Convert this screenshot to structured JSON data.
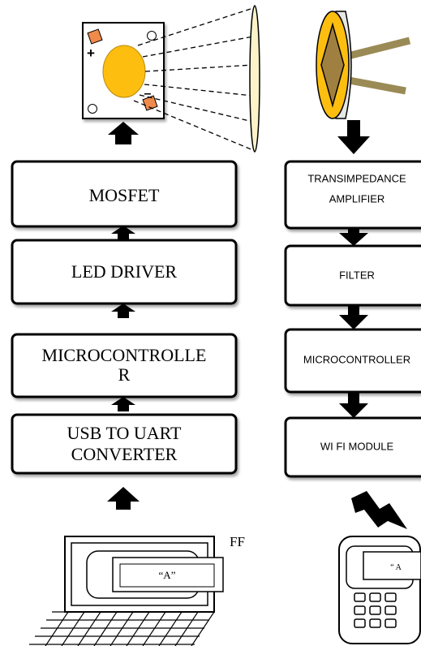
{
  "left_chain": {
    "mosfet": "MOSFET",
    "led_driver": "LED DRIVER",
    "microcontroller_line1": "MICROCONTROLLE",
    "microcontroller_line2": "R",
    "usb_uart_line1": "USB TO UART",
    "usb_uart_line2": "CONVERTER"
  },
  "right_chain": {
    "tia_line1": "TRANSIMPEDANCE",
    "tia_line2": "AMPLIFIER",
    "filter": "FILTER",
    "microcontroller": "MICROCONTROLLER",
    "wifi": "WI FI MODULE"
  },
  "laptop": {
    "label_ff": "FF",
    "screen_text": "“A”"
  },
  "phone": {
    "screen_text": "“ A"
  },
  "led": {
    "plus_sign": "+",
    "minus_sign": "–"
  },
  "colors": {
    "led_body": "#fdbe10",
    "led_pad": "#f08a4b",
    "photodiode_stem": "#9a8a55",
    "photodiode_diamond": "#a08040"
  }
}
